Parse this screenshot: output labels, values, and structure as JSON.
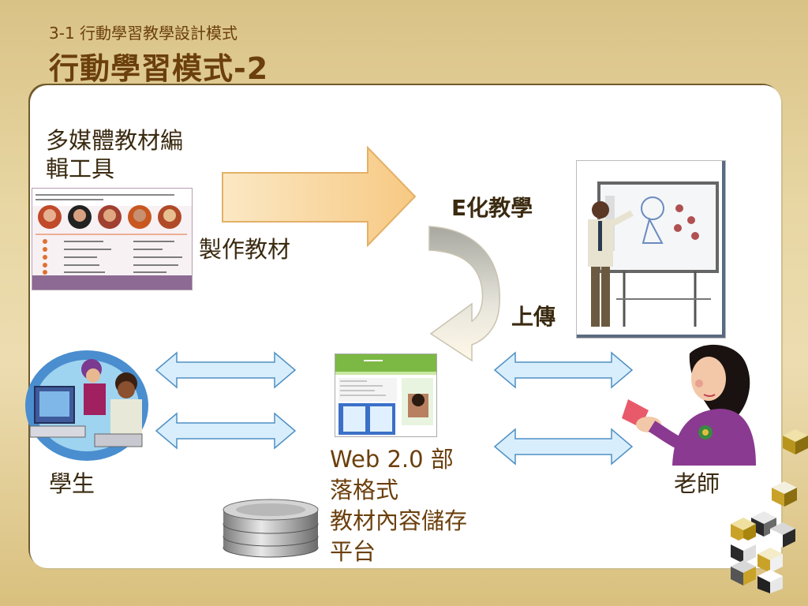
{
  "header": {
    "subtitle": "3-1 行動學習教學設計模式",
    "title": "行動學習模式-2"
  },
  "diagram": {
    "tool_label_line1": "多媒體教材編",
    "tool_label_line2": "輯工具",
    "make_material": "製作教材",
    "e_teaching": "E化教學",
    "upload": "上傳",
    "student": "學生",
    "teacher": "老師",
    "platform_lines": [
      "Web 2.0 部",
      "落格式",
      "教材內容儲存",
      "平台"
    ]
  },
  "colors": {
    "title": "#6b3f0c",
    "arrow_fill": "#fbd9a0",
    "double_arrow": "#d6ecfb",
    "curved_arrow": "#b9b9b0"
  }
}
